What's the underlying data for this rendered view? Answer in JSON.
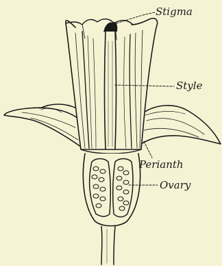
{
  "figure": {
    "labels": {
      "stigma": "Stigma",
      "style": "Style",
      "perianth": "Perianth",
      "ovary": "Ovary"
    },
    "colors": {
      "paper": "#f6f3d4",
      "ink": "#1a1a1a"
    }
  }
}
